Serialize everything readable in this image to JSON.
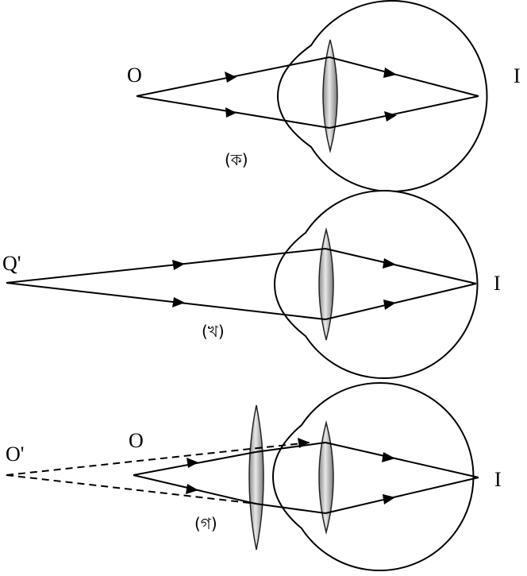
{
  "panels": {
    "a": {
      "caption": "(ক)",
      "object_label": "O",
      "image_label": "I"
    },
    "b": {
      "caption": "(খ)",
      "object_label": "Q'",
      "image_label": "I"
    },
    "c": {
      "caption": "(গ)",
      "virtual_object_label": "O'",
      "object_label": "O",
      "image_label": "I"
    }
  },
  "colors": {
    "lens_light": "#e6e6e6",
    "lens_dark": "#7a7a7a",
    "line": "#000000"
  }
}
